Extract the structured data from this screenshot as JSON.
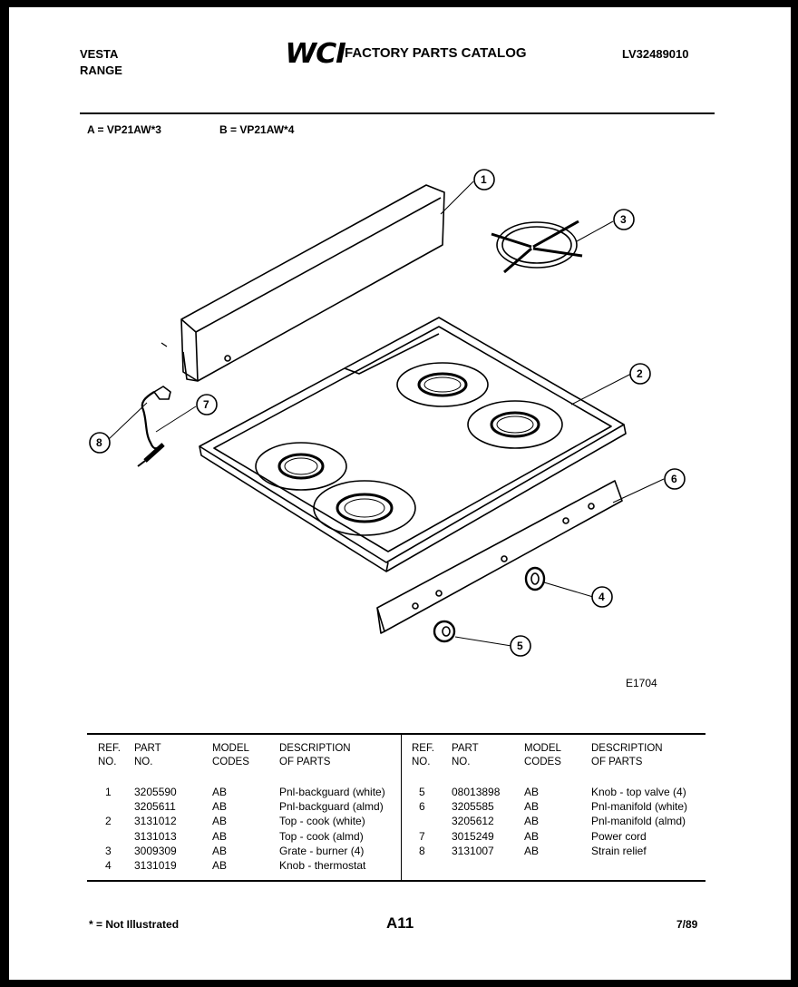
{
  "header": {
    "brand_line1": "VESTA",
    "brand_line2": "RANGE",
    "logo": "WCI",
    "catalog_title": "FACTORY PARTS CATALOG",
    "doc_id": "LV32489010"
  },
  "models": {
    "a": "A = VP21AW*3",
    "b": "B = VP21AW*4"
  },
  "diagram": {
    "code": "E1704",
    "callouts": [
      "1",
      "2",
      "3",
      "4",
      "5",
      "6",
      "7",
      "8"
    ]
  },
  "table": {
    "headers": {
      "ref": "REF.\nNO.",
      "part": "PART\nNO.",
      "codes": "MODEL\nCODES",
      "desc": "DESCRIPTION\nOF PARTS"
    },
    "left_rows": [
      {
        "ref": "1",
        "part": "3205590",
        "codes": "AB",
        "desc": "Pnl-backguard (white)"
      },
      {
        "ref": "",
        "part": "3205611",
        "codes": "AB",
        "desc": "Pnl-backguard (almd)"
      },
      {
        "ref": "2",
        "part": "3131012",
        "codes": "AB",
        "desc": "Top - cook (white)"
      },
      {
        "ref": "",
        "part": "3131013",
        "codes": "AB",
        "desc": "Top - cook (almd)"
      },
      {
        "ref": "3",
        "part": "3009309",
        "codes": "AB",
        "desc": "Grate - burner (4)"
      },
      {
        "ref": "4",
        "part": "3131019",
        "codes": "AB",
        "desc": "Knob - thermostat"
      }
    ],
    "right_rows": [
      {
        "ref": "5",
        "part": "08013898",
        "codes": "AB",
        "desc": "Knob - top valve (4)"
      },
      {
        "ref": "6",
        "part": "3205585",
        "codes": "AB",
        "desc": "Pnl-manifold (white)"
      },
      {
        "ref": "",
        "part": "3205612",
        "codes": "AB",
        "desc": "Pnl-manifold (almd)"
      },
      {
        "ref": "7",
        "part": "3015249",
        "codes": "AB",
        "desc": "Power cord"
      },
      {
        "ref": "8",
        "part": "3131007",
        "codes": "AB",
        "desc": "Strain relief"
      }
    ]
  },
  "footer": {
    "footnote": "* = Not Illustrated",
    "page": "A11",
    "date": "7/89"
  }
}
